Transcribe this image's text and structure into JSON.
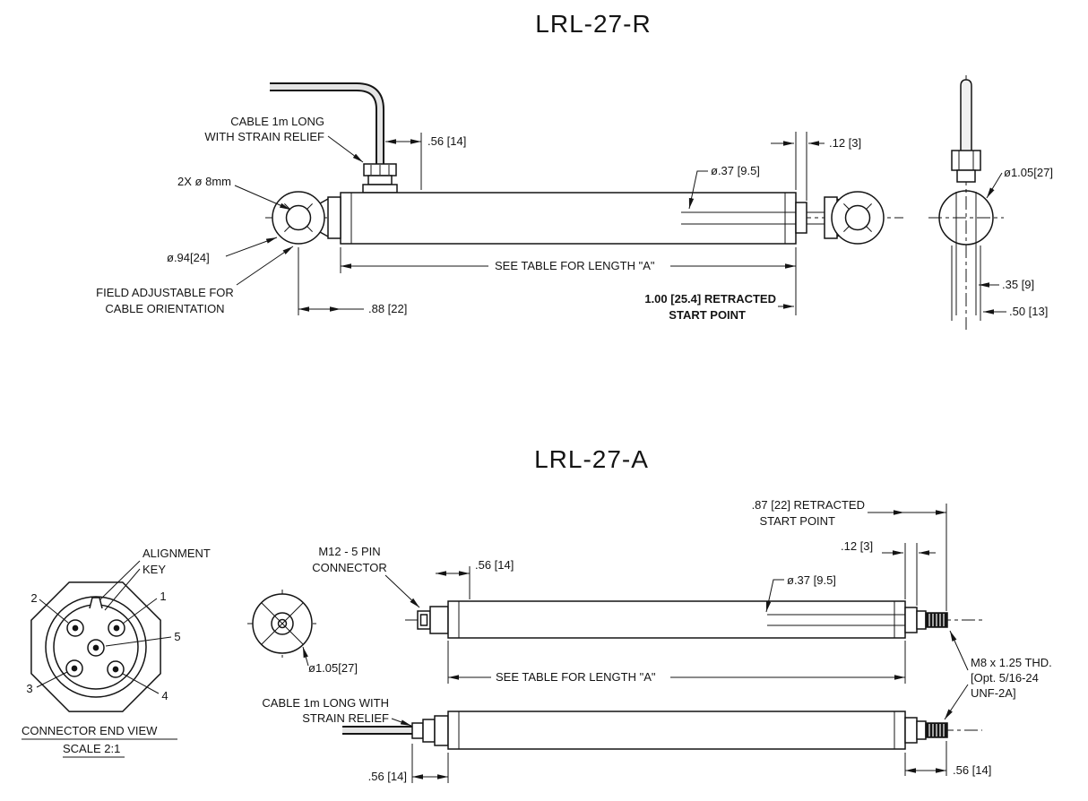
{
  "lrl_r": {
    "title": "LRL-27-R",
    "cable_note_line1": "CABLE 1m LONG",
    "cable_note_line2": "WITH STRAIN RELIEF",
    "bore_label": "2X ø 8mm",
    "eye_dia_label": "ø.94[24]",
    "field_adjust_line1": "FIELD ADJUSTABLE FOR",
    "field_adjust_line2": "CABLE ORIENTATION",
    "dim_cable_offset": ".56 [14]",
    "dim_end_gap": ".12 [3]",
    "rod_dia": "ø.37 [9.5]",
    "length_note": "SEE TABLE FOR LENGTH \"A\"",
    "dim_eye_offset": ".88 [22]",
    "retracted_line1": "1.00 [25.4] RETRACTED",
    "retracted_line2": "START POINT",
    "end_dia": "ø1.05[27]",
    "dim_inner": ".35 [9]",
    "dim_outer": ".50 [13]"
  },
  "lrl_a": {
    "title": "LRL-27-A",
    "alignment_line1": "ALIGNMENT",
    "alignment_line2": "KEY",
    "pins": {
      "p1": "1",
      "p2": "2",
      "p3": "3",
      "p4": "4",
      "p5": "5"
    },
    "caption_line1": "CONNECTOR END VIEW",
    "caption_line2": "SCALE 2:1",
    "connector_line1": "M12 - 5 PIN",
    "connector_line2": "CONNECTOR",
    "small_end_dia": "ø1.05[27]",
    "dim_connector_offset": ".56 [14]",
    "rod_dia": "ø.37 [9.5]",
    "dim_end_gap": ".12 [3]",
    "retracted_line1": ".87 [22] RETRACTED",
    "retracted_line2": "START POINT",
    "length_note": "SEE TABLE FOR LENGTH \"A\"",
    "thread_line1": "M8 x 1.25 THD.",
    "thread_line2": "[Opt. 5/16-24",
    "thread_line3": "UNF-2A]",
    "cable_note_line1": "CABLE 1m LONG WITH",
    "cable_note_line2": "STRAIN RELIEF",
    "dim_cable_fitting": ".56 [14]",
    "dim_stud": ".56 [14]"
  }
}
